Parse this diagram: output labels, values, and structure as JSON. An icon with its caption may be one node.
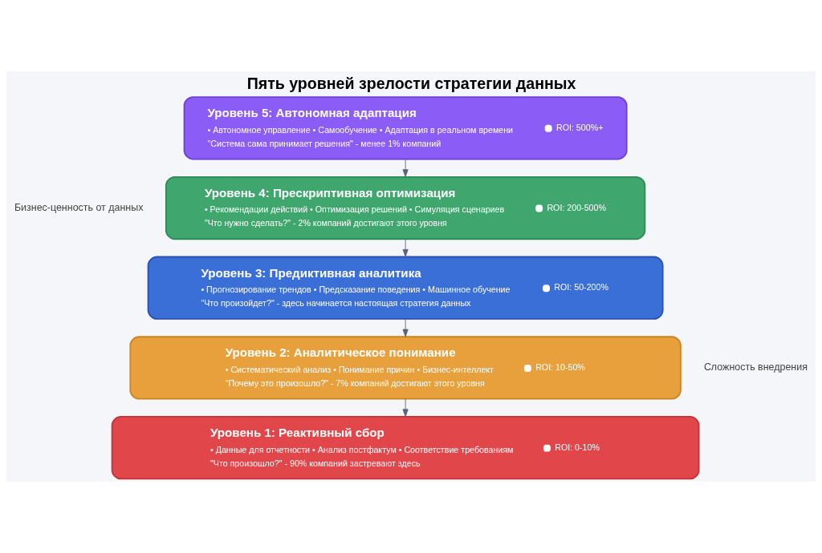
{
  "diagram": {
    "title": "Пять уровней зрелости стратегии данных",
    "nodes": [
      {
        "text": [
          "Уровень 5: Автономная адаптация",
          "• Автономное управление • Самообучение • Адаптация в реальном времени",
          "\"Система сама принимает решения\" - менее 1% компаний",
          "ROI: 500%+"
        ]
      },
      {
        "text": [
          "Уровень 4: Прескриптивная оптимизация",
          "• Рекомендации действий • Оптимизация решений • Симуляция сценариев",
          "\"Что нужно сделать?\" - 2% компаний достигают этого уровня",
          "ROI: 200-500%"
        ]
      },
      {
        "text": [
          "Уровень 3: Предиктивная аналитика",
          "• Прогнозирование трендов • Предсказание поведения • Машинное обучение",
          "\"Что произойдет?\" - здесь начинается настоящая стратегия данных",
          "ROI: 50-200%"
        ]
      },
      {
        "text": [
          "Уровень 2: Аналитическое понимание",
          "• Систематический анализ • Понимание причин • Бизнес-интеллект",
          "\"Почему это произошло?\" - 7% компаний достигают этого уровня",
          "ROI: 10-50%"
        ]
      },
      {
        "text": [
          "Уровень 1: Реактивный сбор",
          "• Данные для отчетности • Анализ постфактум • Соответствие требованиям",
          "\"Что произошло?\" - 90% компаний застревают здесь",
          "ROI: 0-10%"
        ]
      }
    ],
    "edges": [
      {
        "from": 0,
        "to": 1,
        "arrow": "to"
      },
      {
        "from": 1,
        "to": 2,
        "arrow": "to"
      },
      {
        "from": 2,
        "to": 3,
        "arrow": "to"
      },
      {
        "from": 3,
        "to": 4,
        "arrow": "to"
      }
    ],
    "labels": [
      "Бизнес-ценность от данных",
      "Сложность внедрения"
    ]
  }
}
